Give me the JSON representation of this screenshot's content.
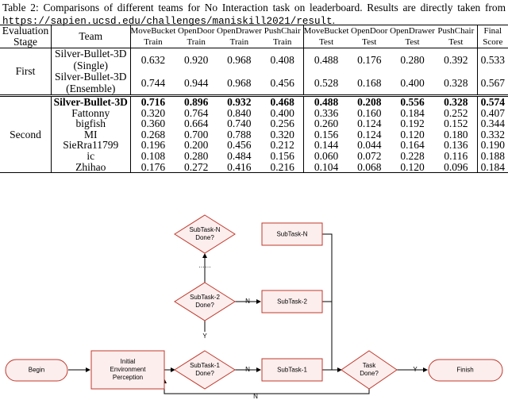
{
  "caption": {
    "text": "Table 2: Comparisons of different teams for No Interaction task on leaderboard. Results are directly taken from ",
    "url": "https://sapien.ucsd.edu/challenges/maniskill2021/result",
    "tail": "."
  },
  "table": {
    "header_stage": [
      "Evaluation",
      "Stage"
    ],
    "header_team": "Team",
    "columns": [
      {
        "task": "MoveBucket",
        "split": "Train"
      },
      {
        "task": "OpenDoor",
        "split": "Train"
      },
      {
        "task": "OpenDrawer",
        "split": "Train"
      },
      {
        "task": "PushChair",
        "split": "Train"
      },
      {
        "task": "MoveBucket",
        "split": "Test"
      },
      {
        "task": "OpenDoor",
        "split": "Test"
      },
      {
        "task": "OpenDrawer",
        "split": "Test"
      },
      {
        "task": "PushChair",
        "split": "Test"
      },
      {
        "task": "Final",
        "split": "Score"
      }
    ],
    "first_stage": {
      "label": "First",
      "rows": [
        {
          "team": [
            "Silver-Bullet-3D",
            "(Single)"
          ],
          "values": [
            "0.632",
            "0.920",
            "0.968",
            "0.408",
            "0.488",
            "0.176",
            "0.280",
            "0.392",
            "0.533"
          ]
        },
        {
          "team": [
            "Silver-Bullet-3D",
            "(Ensemble)"
          ],
          "values": [
            "0.744",
            "0.944",
            "0.968",
            "0.456",
            "0.528",
            "0.168",
            "0.400",
            "0.328",
            "0.567"
          ]
        }
      ]
    },
    "second_stage": {
      "label": "Second",
      "rows": [
        {
          "team": "Silver-Bullet-3D",
          "values": [
            "0.716",
            "0.896",
            "0.932",
            "0.468",
            "0.488",
            "0.208",
            "0.556",
            "0.328",
            "0.574"
          ]
        },
        {
          "team": "Fattonny",
          "values": [
            "0.320",
            "0.764",
            "0.840",
            "0.400",
            "0.336",
            "0.160",
            "0.184",
            "0.252",
            "0.407"
          ]
        },
        {
          "team": "bigfish",
          "values": [
            "0.360",
            "0.664",
            "0.740",
            "0.256",
            "0.260",
            "0.124",
            "0.192",
            "0.152",
            "0.344"
          ]
        },
        {
          "team": "MI",
          "values": [
            "0.268",
            "0.700",
            "0.788",
            "0.320",
            "0.156",
            "0.124",
            "0.120",
            "0.180",
            "0.332"
          ]
        },
        {
          "team": "SieRra11799",
          "values": [
            "0.196",
            "0.200",
            "0.456",
            "0.212",
            "0.144",
            "0.044",
            "0.164",
            "0.136",
            "0.190"
          ]
        },
        {
          "team": "ic",
          "values": [
            "0.108",
            "0.280",
            "0.484",
            "0.156",
            "0.060",
            "0.072",
            "0.228",
            "0.116",
            "0.188"
          ]
        },
        {
          "team": "Zhihao",
          "values": [
            "0.176",
            "0.272",
            "0.416",
            "0.216",
            "0.104",
            "0.068",
            "0.120",
            "0.096",
            "0.184"
          ]
        }
      ]
    }
  },
  "flowchart": {
    "begin": "Begin",
    "init": [
      "Initial",
      "Environment",
      "Perception"
    ],
    "subtask1_q": [
      "SubTask-1",
      "Done?"
    ],
    "subtask2_q": [
      "SubTask-2",
      "Done?"
    ],
    "subtaskN_q": [
      "SubTask-N",
      "Done?"
    ],
    "subtask1": "SubTask-1",
    "subtask2": "SubTask-2",
    "subtaskN": "SubTask-N",
    "task_q": [
      "Task",
      "Done?"
    ],
    "finish": "Finish",
    "dots": "……",
    "label_n": "N",
    "label_y": "Y"
  },
  "colors": {
    "shape_fill": "#fdeeee",
    "shape_stroke": "#c0392b"
  }
}
